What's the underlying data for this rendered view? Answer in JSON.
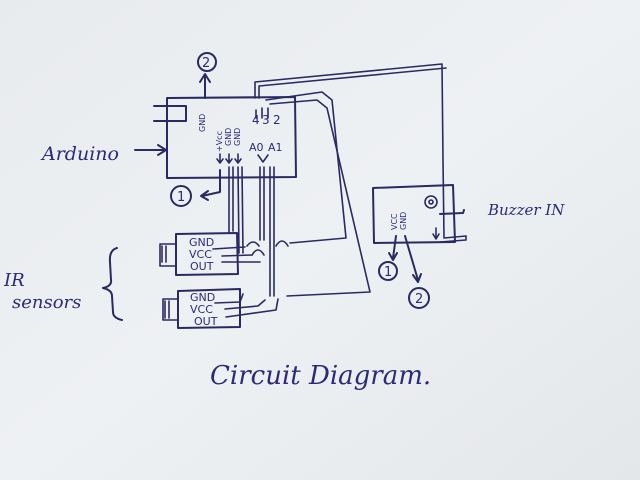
{
  "diagram": {
    "caption": "Circuit Diagram.",
    "labels": {
      "arduino": "Arduino",
      "ir_sensors_1": "IR",
      "ir_sensors_2": "sensors",
      "buzzer_in": "Buzzer IN"
    },
    "arduino_pins": {
      "gnd": "GND",
      "p4": "4",
      "p3": "3",
      "p2": "2",
      "vcc": "+Vcc",
      "gnd2": "GND",
      "gnd3": "GND",
      "a0": "A0",
      "a1": "A1"
    },
    "sensor_pins": [
      "GND",
      "VCC",
      "OUT"
    ],
    "buzzer_pins": [
      "VCC",
      "GND"
    ],
    "markers": [
      "1",
      "2"
    ]
  },
  "colors": {
    "paper": "#eceff2",
    "ink": "#2a2a63",
    "text": "#2b2b78"
  }
}
